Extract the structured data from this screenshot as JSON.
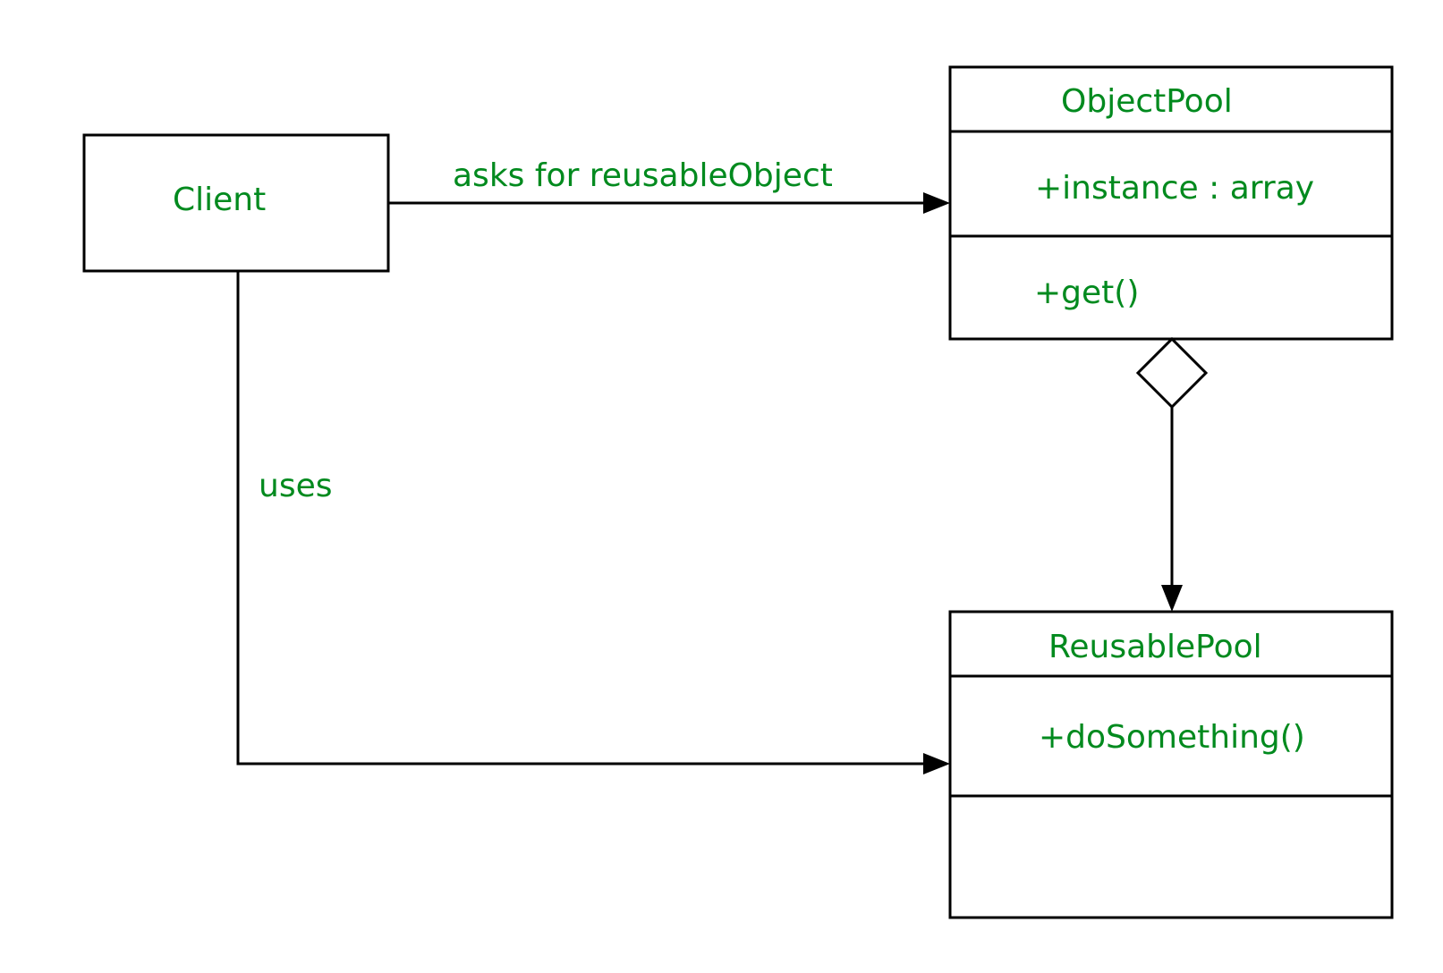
{
  "colors": {
    "text": "#008a1e",
    "stroke": "#000000",
    "background": "#ffffff"
  },
  "client": {
    "name": "Client"
  },
  "object_pool": {
    "name": "ObjectPool",
    "attribute": "+instance : array",
    "method": "+get()"
  },
  "reusable_pool": {
    "name": "ReusablePool",
    "method": "+doSomething()"
  },
  "relations": {
    "request": "asks for reusableObject",
    "usage": "uses"
  }
}
